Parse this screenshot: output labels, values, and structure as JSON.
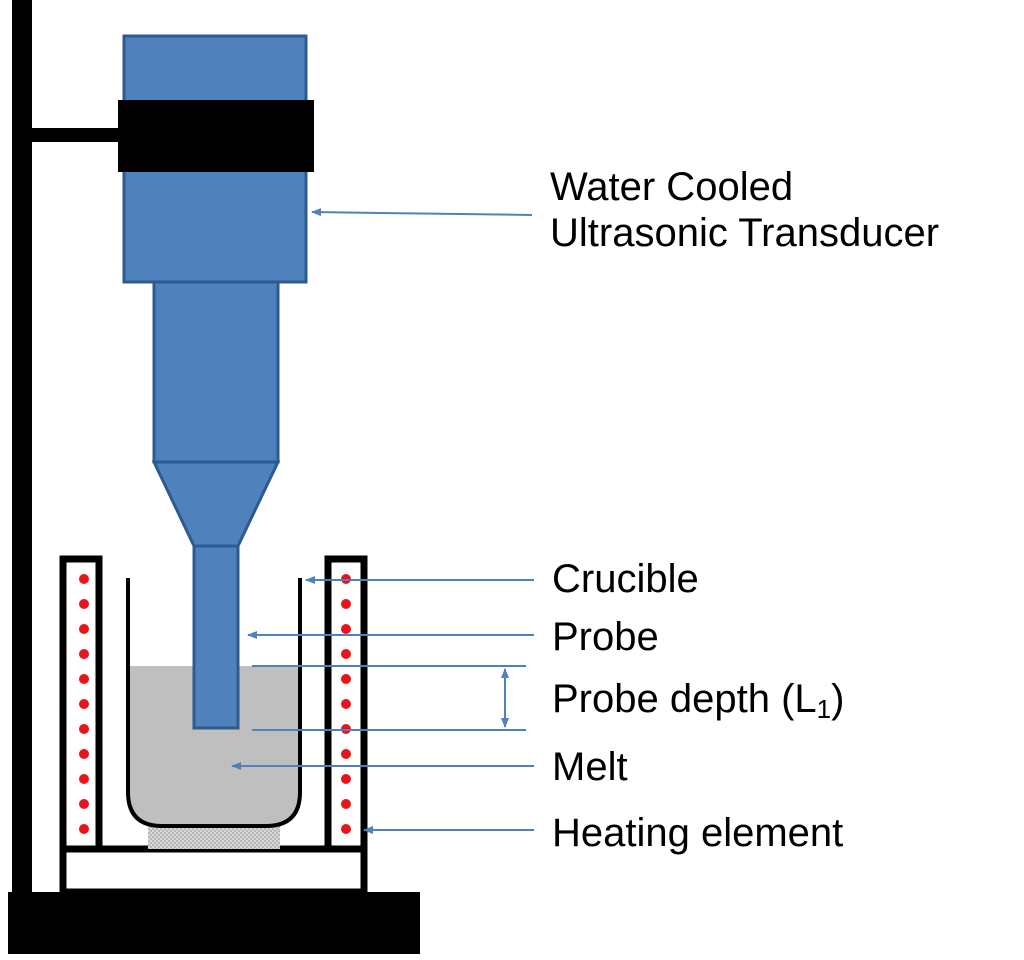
{
  "colors": {
    "transducer_fill": "#4f81bd",
    "transducer_stroke": "#2e5b8f",
    "arrow": "#4f81bd",
    "melt": "#bfbfbf",
    "heating_dot": "#e8141b",
    "frame": "#000000",
    "base_pad": "#d0d0d0"
  },
  "icons": {
    "arrow_head": "arrowhead",
    "heating_coil": "red-dot"
  },
  "labels": {
    "transducer_line1": "Water Cooled",
    "transducer_line2": "Ultrasonic Transducer",
    "crucible": "Crucible",
    "probe": "Probe",
    "probe_depth_prefix": "Probe depth (L",
    "probe_depth_sub": "1",
    "probe_depth_suffix": ")",
    "melt": "Melt",
    "heating_element": "Heating element"
  }
}
